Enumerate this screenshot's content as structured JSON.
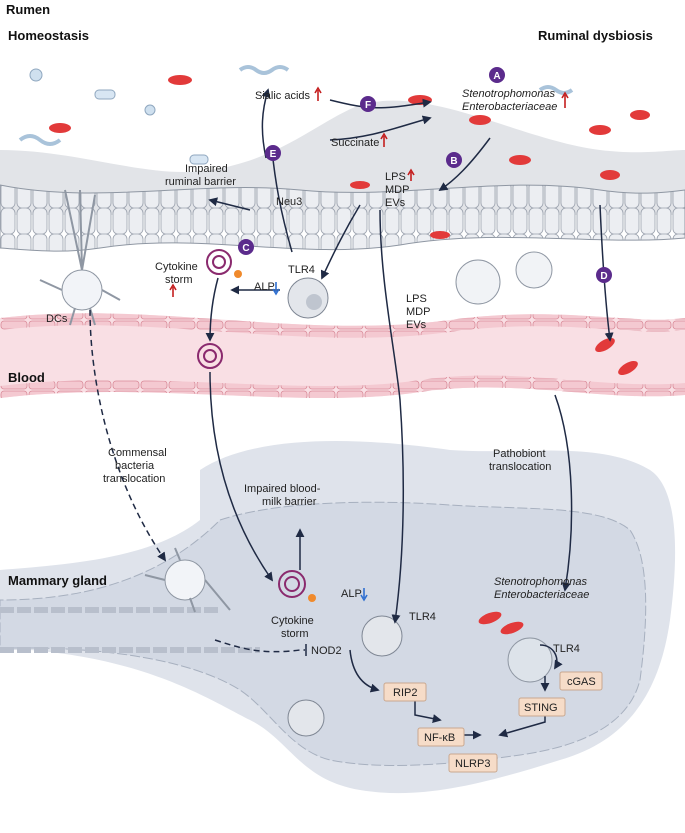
{
  "regions": {
    "rumen": "Rumen",
    "homeostasis": "Homeostasis",
    "dysbiosis": "Ruminal dysbiosis",
    "blood": "Blood",
    "mammary": "Mammary gland"
  },
  "markers": [
    "A",
    "B",
    "C",
    "D",
    "E",
    "F"
  ],
  "labels": {
    "sialic": "Sialic acids",
    "succinate": "Succinate",
    "steno1": "Stenotrophomonas",
    "entero1": "Enterobacteriaceae",
    "lps1": "LPS",
    "mdp1": "MDP",
    "evs1": "EVs",
    "impaired_rumen": "Impaired",
    "impaired_rumen2": "ruminal barrier",
    "neu3": "Neu3",
    "tlr4_1": "TLR4",
    "alp1": "ALP",
    "cytokine1": "Cytokine",
    "storm1": "storm",
    "dcs": "DCs",
    "lps2": "LPS",
    "mdp2": "MDP",
    "evs2": "EVs",
    "commensal1": "Commensal",
    "commensal2": "bacteria",
    "commensal3": "translocation",
    "pathobiont1": "Pathobiont",
    "pathobiont2": "translocation",
    "bmb1": "Impaired blood-",
    "bmb2": "milk barrier",
    "alp2": "ALP",
    "tlr4_2": "TLR4",
    "cytokine2": "Cytokine",
    "storm2": "storm",
    "nod2": "NOD2",
    "steno2": "Stenotrophomonas",
    "entero2": "Enterobacteriaceae",
    "tlr4_3": "TLR4"
  },
  "boxes": {
    "rip2": "RIP2",
    "nfkb": "NF-κB",
    "nlrp3": "NLRP3",
    "cgas": "cGAS",
    "sting": "STING"
  },
  "colors": {
    "marker": "#5b2b8c",
    "bacteria": "#e23a3a",
    "blood": "#f9dfe4",
    "mammary": "#d7dde8",
    "arrow": "#1f2a44",
    "up": "#c41e1e",
    "down": "#2f6fd0",
    "box": "#f6dcc8"
  }
}
